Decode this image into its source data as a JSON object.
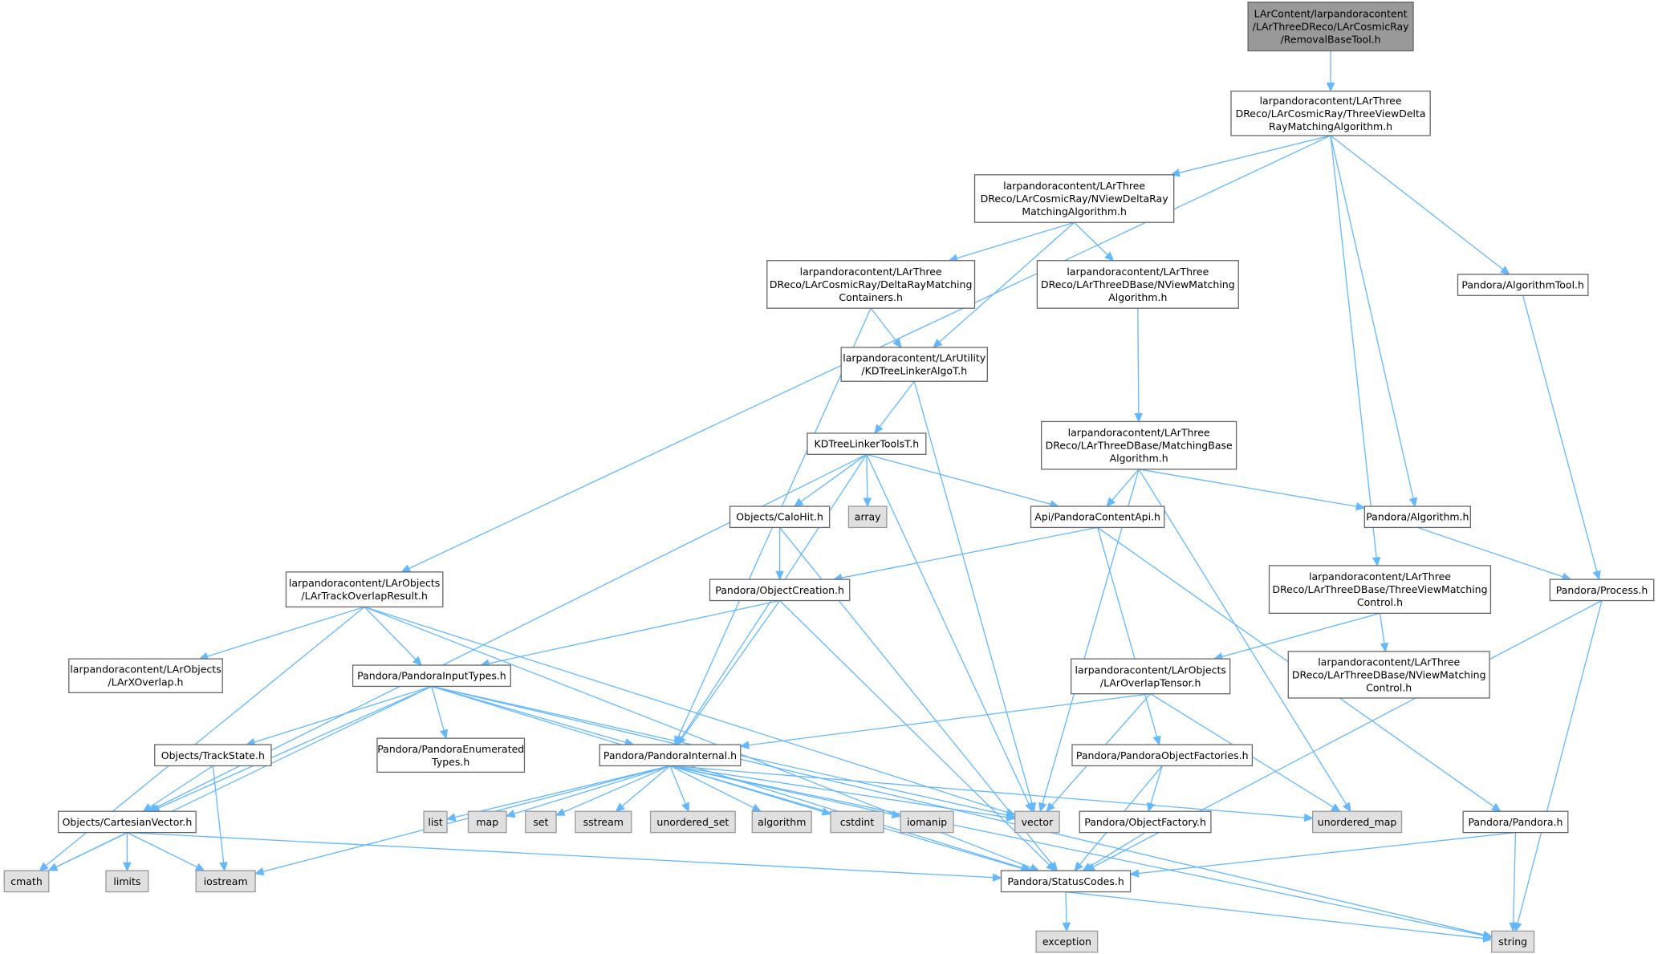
{
  "nodes": [
    {
      "id": "n0",
      "kind": "header",
      "lines": [
        "LArContent/larpandoracontent",
        "/LArThreeDReco/LArCosmicRay",
        "/RemovalBaseTool.h"
      ]
    },
    {
      "id": "n1",
      "kind": "file",
      "lines": [
        "larpandoracontent/LArThree",
        "DReco/LArCosmicRay/ThreeViewDelta",
        "RayMatchingAlgorithm.h"
      ]
    },
    {
      "id": "n2",
      "kind": "file",
      "lines": [
        "larpandoracontent/LArThree",
        "DReco/LArCosmicRay/NViewDeltaRay",
        "MatchingAlgorithm.h"
      ]
    },
    {
      "id": "n3",
      "kind": "file",
      "lines": [
        "larpandoracontent/LArThree",
        "DReco/LArCosmicRay/DeltaRayMatching",
        "Containers.h"
      ]
    },
    {
      "id": "n4",
      "kind": "file",
      "lines": [
        "larpandoracontent/LArThree",
        "DReco/LArThreeDBase/NViewMatching",
        "Algorithm.h"
      ]
    },
    {
      "id": "n5",
      "kind": "file",
      "lines": [
        "Pandora/AlgorithmTool.h"
      ]
    },
    {
      "id": "n6",
      "kind": "file",
      "lines": [
        "larpandoracontent/LArUtility",
        "/KDTreeLinkerAlgoT.h"
      ]
    },
    {
      "id": "n7",
      "kind": "file",
      "lines": [
        "KDTreeLinkerToolsT.h"
      ]
    },
    {
      "id": "n8",
      "kind": "file",
      "lines": [
        "larpandoracontent/LArThree",
        "DReco/LArThreeDBase/MatchingBase",
        "Algorithm.h"
      ]
    },
    {
      "id": "n9",
      "kind": "file",
      "lines": [
        "Objects/CaloHit.h"
      ]
    },
    {
      "id": "n10",
      "kind": "std",
      "lines": [
        "array"
      ]
    },
    {
      "id": "n11",
      "kind": "file",
      "lines": [
        "Api/PandoraContentApi.h"
      ]
    },
    {
      "id": "n12",
      "kind": "file",
      "lines": [
        "Pandora/Algorithm.h"
      ]
    },
    {
      "id": "n13",
      "kind": "file",
      "lines": [
        "larpandoracontent/LArObjects",
        "/LArTrackOverlapResult.h"
      ]
    },
    {
      "id": "n14",
      "kind": "file",
      "lines": [
        "Pandora/ObjectCreation.h"
      ]
    },
    {
      "id": "n15",
      "kind": "file",
      "lines": [
        "larpandoracontent/LArThree",
        "DReco/LArThreeDBase/ThreeViewMatching",
        "Control.h"
      ]
    },
    {
      "id": "n16",
      "kind": "file",
      "lines": [
        "Pandora/Process.h"
      ]
    },
    {
      "id": "n17",
      "kind": "file",
      "lines": [
        "larpandoracontent/LArObjects",
        "/LArXOverlap.h"
      ]
    },
    {
      "id": "n18",
      "kind": "file",
      "lines": [
        "Pandora/PandoraInputTypes.h"
      ]
    },
    {
      "id": "n19",
      "kind": "file",
      "lines": [
        "larpandoracontent/LArObjects",
        "/LArOverlapTensor.h"
      ]
    },
    {
      "id": "n20",
      "kind": "file",
      "lines": [
        "larpandoracontent/LArThree",
        "DReco/LArThreeDBase/NViewMatching",
        "Control.h"
      ]
    },
    {
      "id": "n21",
      "kind": "file",
      "lines": [
        "Objects/TrackState.h"
      ]
    },
    {
      "id": "n22",
      "kind": "file",
      "lines": [
        "Pandora/PandoraEnumerated",
        "Types.h"
      ]
    },
    {
      "id": "n23",
      "kind": "file",
      "lines": [
        "Pandora/PandoraInternal.h"
      ]
    },
    {
      "id": "n24",
      "kind": "file",
      "lines": [
        "Pandora/PandoraObjectFactories.h"
      ]
    },
    {
      "id": "n25",
      "kind": "file",
      "lines": [
        "Objects/CartesianVector.h"
      ]
    },
    {
      "id": "n26",
      "kind": "std",
      "lines": [
        "list"
      ]
    },
    {
      "id": "n27",
      "kind": "std",
      "lines": [
        "map"
      ]
    },
    {
      "id": "n28",
      "kind": "std",
      "lines": [
        "set"
      ]
    },
    {
      "id": "n29",
      "kind": "std",
      "lines": [
        "sstream"
      ]
    },
    {
      "id": "n30",
      "kind": "std",
      "lines": [
        "unordered_set"
      ]
    },
    {
      "id": "n31",
      "kind": "std",
      "lines": [
        "algorithm"
      ]
    },
    {
      "id": "n32",
      "kind": "std",
      "lines": [
        "cstdint"
      ]
    },
    {
      "id": "n33",
      "kind": "std",
      "lines": [
        "iomanip"
      ]
    },
    {
      "id": "n34",
      "kind": "std",
      "lines": [
        "vector"
      ]
    },
    {
      "id": "n35",
      "kind": "file",
      "lines": [
        "Pandora/ObjectFactory.h"
      ]
    },
    {
      "id": "n36",
      "kind": "std",
      "lines": [
        "unordered_map"
      ]
    },
    {
      "id": "n37",
      "kind": "file",
      "lines": [
        "Pandora/Pandora.h"
      ]
    },
    {
      "id": "n38",
      "kind": "std",
      "lines": [
        "cmath"
      ]
    },
    {
      "id": "n39",
      "kind": "std",
      "lines": [
        "limits"
      ]
    },
    {
      "id": "n40",
      "kind": "std",
      "lines": [
        "iostream"
      ]
    },
    {
      "id": "n41",
      "kind": "file",
      "lines": [
        "Pandora/StatusCodes.h"
      ]
    },
    {
      "id": "n42",
      "kind": "std",
      "lines": [
        "exception"
      ]
    },
    {
      "id": "n43",
      "kind": "std",
      "lines": [
        "string"
      ]
    }
  ],
  "edges": [
    [
      "n0",
      "n1"
    ],
    [
      "n1",
      "n2"
    ],
    [
      "n1",
      "n13"
    ],
    [
      "n1",
      "n15"
    ],
    [
      "n1",
      "n12"
    ],
    [
      "n1",
      "n5"
    ],
    [
      "n2",
      "n3"
    ],
    [
      "n2",
      "n4"
    ],
    [
      "n2",
      "n6"
    ],
    [
      "n3",
      "n6"
    ],
    [
      "n3",
      "n23"
    ],
    [
      "n4",
      "n8"
    ],
    [
      "n5",
      "n16"
    ],
    [
      "n6",
      "n7"
    ],
    [
      "n6",
      "n34"
    ],
    [
      "n7",
      "n9"
    ],
    [
      "n7",
      "n10"
    ],
    [
      "n7",
      "n11"
    ],
    [
      "n7",
      "n23"
    ],
    [
      "n7",
      "n25"
    ],
    [
      "n7",
      "n34"
    ],
    [
      "n8",
      "n11"
    ],
    [
      "n8",
      "n12"
    ],
    [
      "n8",
      "n34"
    ],
    [
      "n8",
      "n36"
    ],
    [
      "n9",
      "n14"
    ],
    [
      "n9",
      "n41"
    ],
    [
      "n11",
      "n14"
    ],
    [
      "n11",
      "n24"
    ],
    [
      "n11",
      "n37"
    ],
    [
      "n12",
      "n16"
    ],
    [
      "n13",
      "n17"
    ],
    [
      "n13",
      "n18"
    ],
    [
      "n13",
      "n38"
    ],
    [
      "n13",
      "n41"
    ],
    [
      "n13",
      "n34"
    ],
    [
      "n14",
      "n18"
    ],
    [
      "n14",
      "n23"
    ],
    [
      "n14",
      "n41"
    ],
    [
      "n15",
      "n19"
    ],
    [
      "n15",
      "n20"
    ],
    [
      "n16",
      "n41"
    ],
    [
      "n16",
      "n43"
    ],
    [
      "n18",
      "n21"
    ],
    [
      "n18",
      "n22"
    ],
    [
      "n18",
      "n23"
    ],
    [
      "n18",
      "n25"
    ],
    [
      "n18",
      "n38"
    ],
    [
      "n18",
      "n41"
    ],
    [
      "n18",
      "n43"
    ],
    [
      "n18",
      "n34"
    ],
    [
      "n19",
      "n23"
    ],
    [
      "n19",
      "n34"
    ],
    [
      "n19",
      "n36"
    ],
    [
      "n21",
      "n25"
    ],
    [
      "n21",
      "n40"
    ],
    [
      "n23",
      "n26"
    ],
    [
      "n23",
      "n27"
    ],
    [
      "n23",
      "n28"
    ],
    [
      "n23",
      "n29"
    ],
    [
      "n23",
      "n30"
    ],
    [
      "n23",
      "n31"
    ],
    [
      "n23",
      "n32"
    ],
    [
      "n23",
      "n33"
    ],
    [
      "n23",
      "n34"
    ],
    [
      "n23",
      "n36"
    ],
    [
      "n23",
      "n40"
    ],
    [
      "n23",
      "n41"
    ],
    [
      "n23",
      "n43"
    ],
    [
      "n24",
      "n35"
    ],
    [
      "n24",
      "n41"
    ],
    [
      "n25",
      "n38"
    ],
    [
      "n25",
      "n39"
    ],
    [
      "n25",
      "n40"
    ],
    [
      "n25",
      "n41"
    ],
    [
      "n35",
      "n41"
    ],
    [
      "n37",
      "n41"
    ],
    [
      "n37",
      "n43"
    ],
    [
      "n41",
      "n42"
    ],
    [
      "n41",
      "n43"
    ]
  ]
}
